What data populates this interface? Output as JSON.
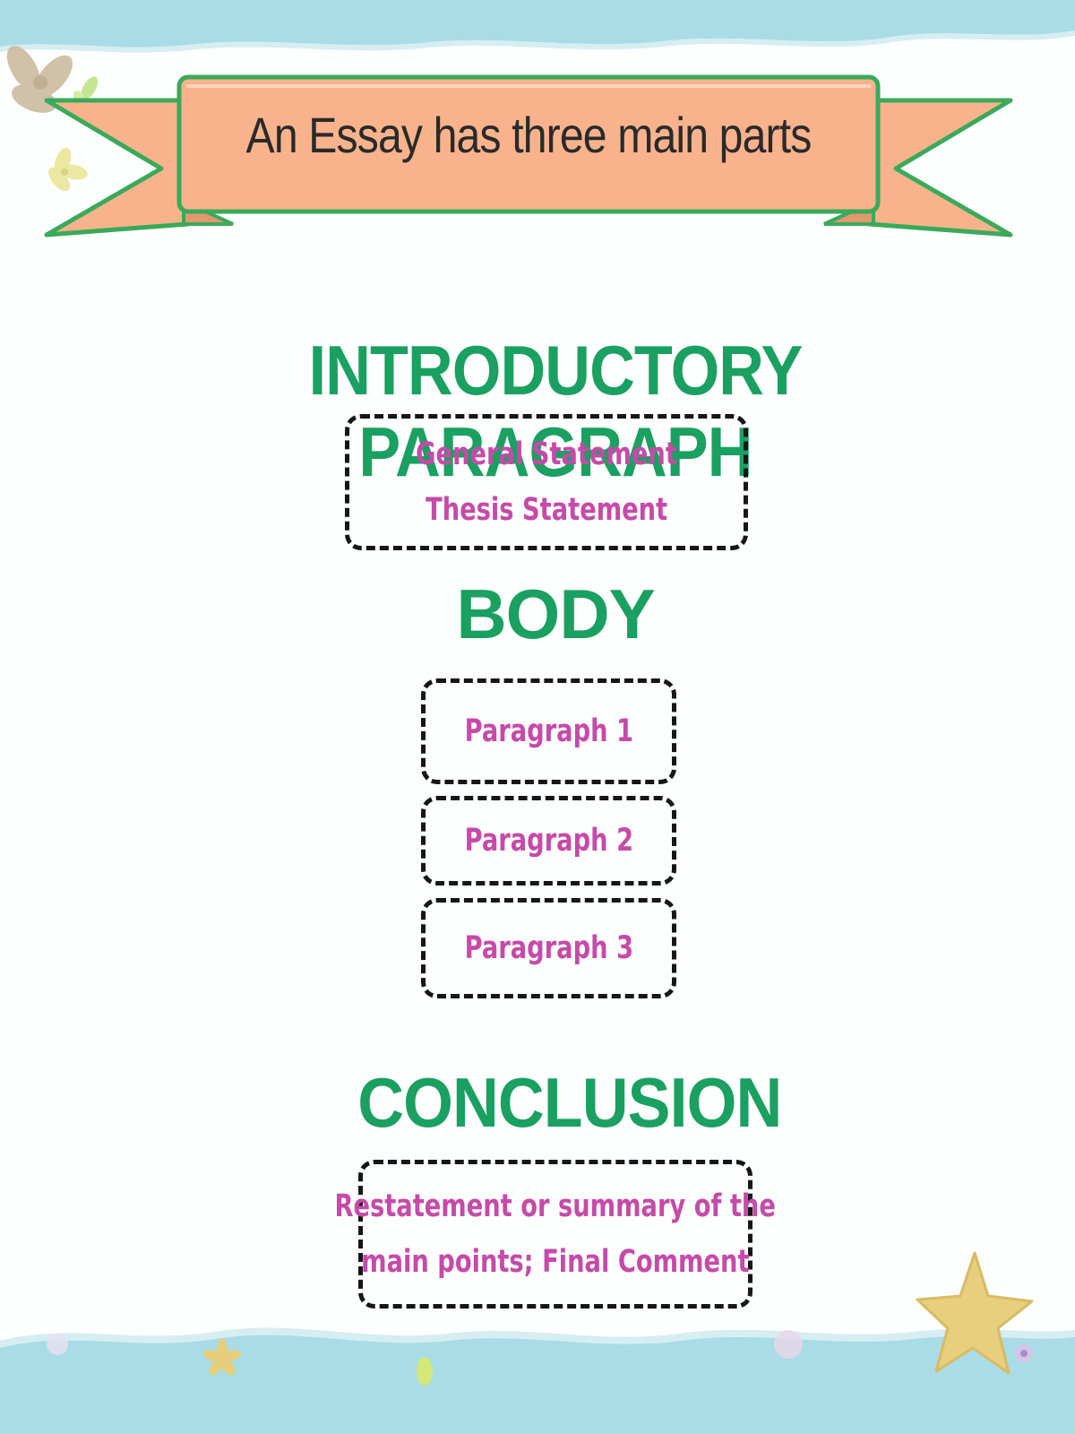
{
  "banner": {
    "title": "An Essay has three main parts"
  },
  "sections": {
    "intro": {
      "heading": "INTRODUCTORY PARAGRAPH",
      "items": [
        "General Statement",
        "Thesis Statement"
      ]
    },
    "body": {
      "heading": "BODY",
      "items": [
        "Paragraph 1",
        "Paragraph 2",
        "Paragraph 3"
      ]
    },
    "conclusion": {
      "heading": "CONCLUSION",
      "lines": [
        "Restatement or summary of the",
        "main points; Final Comment"
      ]
    }
  },
  "colors": {
    "heading": "#1aa061",
    "box_text": "#c64aa9",
    "banner_fill": "#f8b38d",
    "banner_outline": "#3aaa5a",
    "water": "#a9dce6"
  }
}
